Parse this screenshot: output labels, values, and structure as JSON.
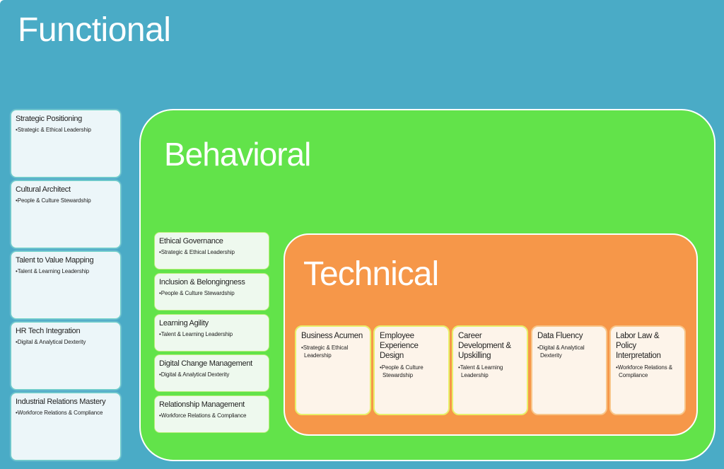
{
  "colors": {
    "functional_bg": "#4aabc6",
    "behavioral_bg": "#62e34a",
    "technical_bg": "#f69749",
    "title_text": "#ffffff"
  },
  "functional": {
    "title": "Functional",
    "items": [
      {
        "title": "Strategic Positioning",
        "bullet": "Strategic & Ethical Leadership"
      },
      {
        "title": "Cultural Architect",
        "bullet": "People & Culture Stewardship"
      },
      {
        "title": "Talent to Value Mapping",
        "bullet": "Talent & Learning Leadership"
      },
      {
        "title": "HR Tech Integration",
        "bullet": "Digital & Analytical Dexterity"
      },
      {
        "title": "Industrial Relations Mastery",
        "bullet": "Workforce Relations & Compliance"
      }
    ]
  },
  "behavioral": {
    "title": "Behavioral",
    "items": [
      {
        "title": "Ethical Governance",
        "bullet": "Strategic & Ethical Leadership"
      },
      {
        "title": "Inclusion & Belongingness",
        "bullet": "People & Culture Stewardship"
      },
      {
        "title": "Learning Agility",
        "bullet": "Talent & Learning Leadership"
      },
      {
        "title": "Digital Change Management",
        "bullet": "Digital & Analytical Dexterity"
      },
      {
        "title": "Relationship Management",
        "bullet": "Workforce Relations & Compliance"
      }
    ]
  },
  "technical": {
    "title": "Technical",
    "items": [
      {
        "title": "Business Acumen",
        "bullet": "Strategic & Ethical Leadership"
      },
      {
        "title": "Employee Experience Design",
        "bullet": "People & Culture Stewardship"
      },
      {
        "title": "Career Development & Upskilling",
        "bullet": "Talent & Learning Leadership"
      },
      {
        "title": "Data Fluency",
        "bullet": "Digital & Analytical Dexterity"
      },
      {
        "title": "Labor Law & Policy Interpretation",
        "bullet": "Workforce Relations & Compliance"
      }
    ]
  }
}
